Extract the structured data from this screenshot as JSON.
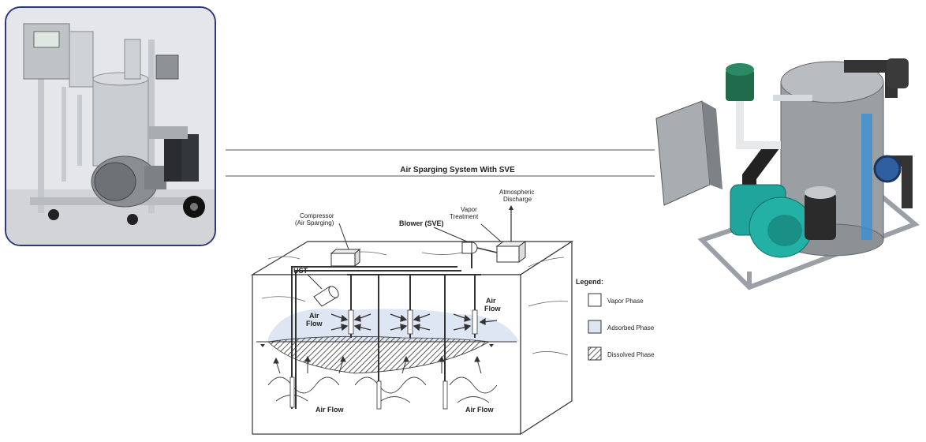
{
  "diagram": {
    "title": "Air Sparging System With SVE",
    "labels": {
      "compressor": "Compressor",
      "compressor_sub": "(Air Sparging)",
      "blower": "Blower (SVE)",
      "vapor_treatment_1": "Vapor",
      "vapor_treatment_2": "Treatment",
      "atmospheric_1": "Atmospheric",
      "atmospheric_2": "Discharge",
      "ust": "UST",
      "air_flow_left_1": "Air",
      "air_flow_left_2": "Flow",
      "air_flow_right_1": "Air",
      "air_flow_right_2": "Flow",
      "air_flow_bottom_left": "Air Flow",
      "air_flow_bottom_right": "Air Flow"
    },
    "legend": {
      "title": "Legend:",
      "items": [
        {
          "label": "Vapor Phase"
        },
        {
          "label": "Adsorbed Phase"
        },
        {
          "label": "Dissolved Phase"
        }
      ]
    }
  },
  "colors": {
    "frame_border": "#2b3a7a",
    "equipment_green": "#1fa59b",
    "equipment_gray": "#9da3a8",
    "adsorbed_phase": "#dde6f2"
  }
}
